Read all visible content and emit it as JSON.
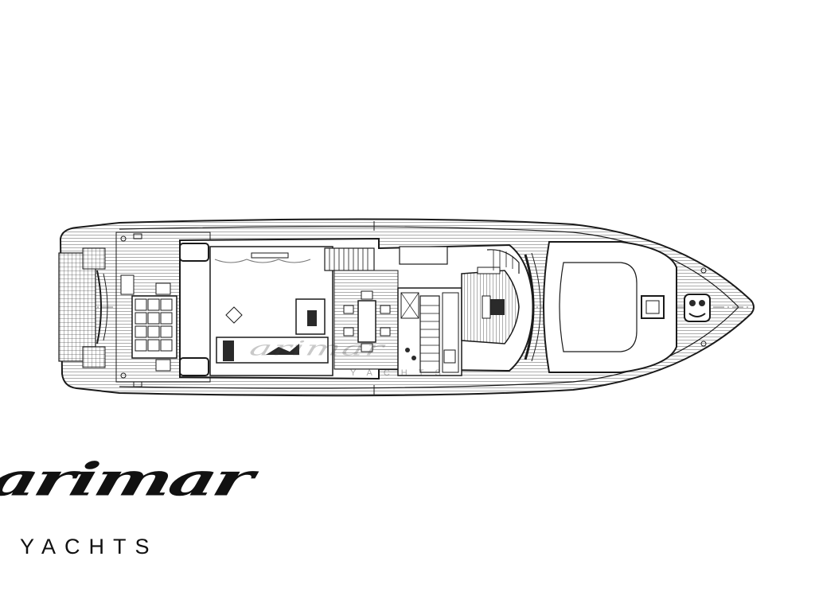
{
  "brand": {
    "wordmark": "arimar",
    "tagline": "YACHTS"
  },
  "watermark": {
    "wordmark": "arimar",
    "tagline": "YACHTS"
  },
  "colors": {
    "line": "#1a1a1a",
    "hatch": "#6f6f6f",
    "furniture": "#2a2a2a",
    "background": "#ffffff"
  },
  "diagram": {
    "subject": "yacht deck plan, top view",
    "orientation": "bow-right"
  }
}
